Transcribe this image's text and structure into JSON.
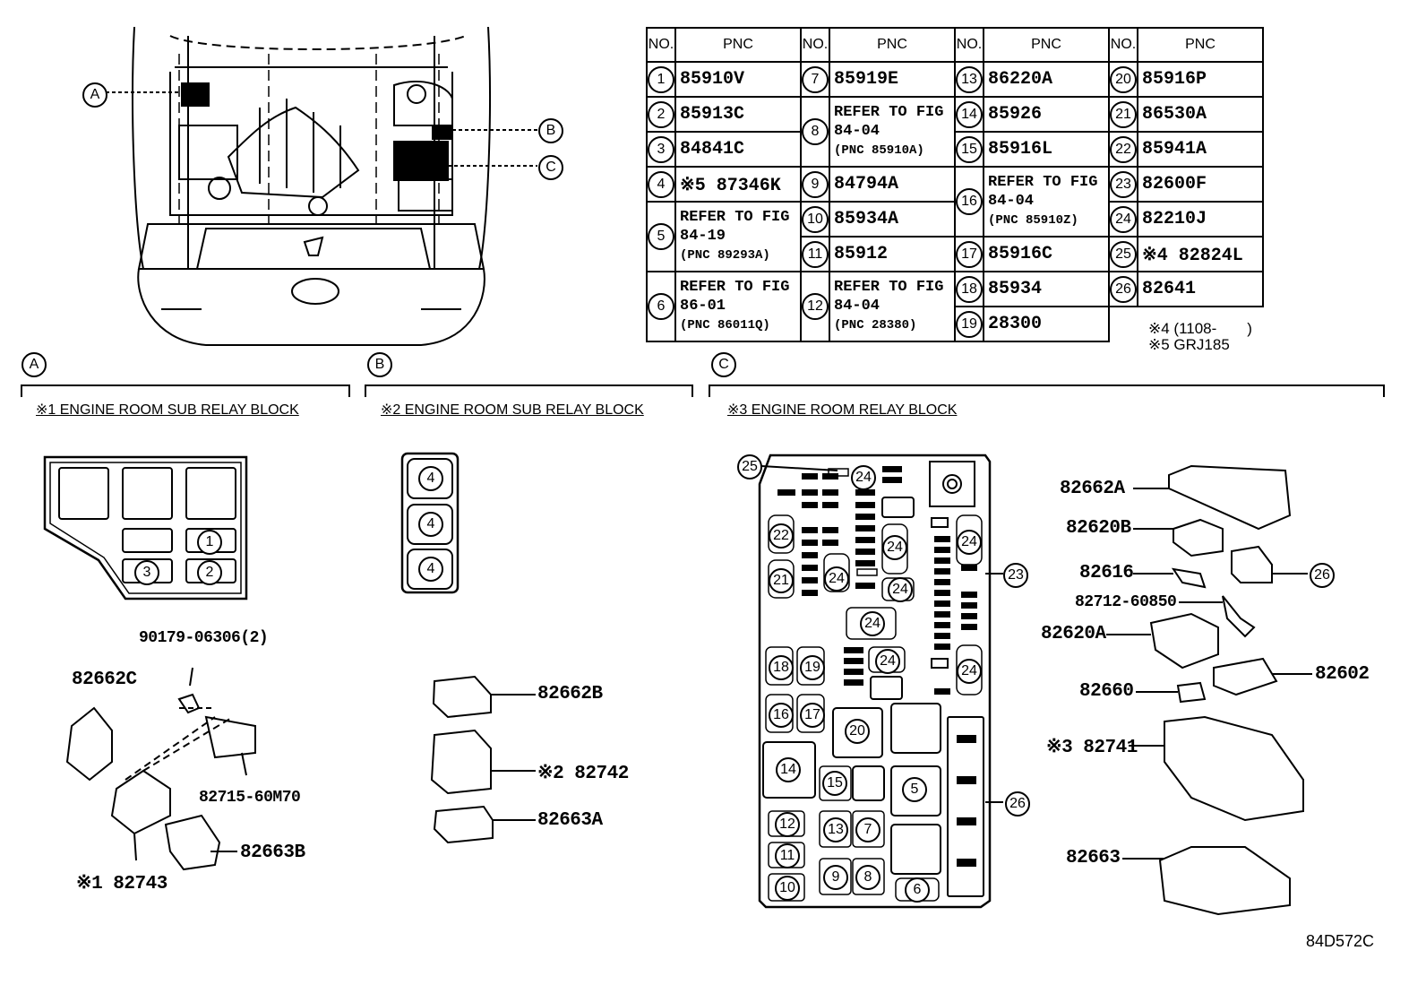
{
  "table": {
    "headers": {
      "no": "NO.",
      "pnc": "PNC"
    },
    "rows": [
      {
        "c1n": "1",
        "c1p": "85910V",
        "c2n": "7",
        "c2p": "85919E",
        "c3n": "13",
        "c3p": "86220A",
        "c4n": "20",
        "c4p": "85916P"
      },
      {
        "c1n": "2",
        "c1p": "85913C",
        "c2n": "8",
        "c2p": "REFER TO FIG 84-04",
        "c2s": "(PNC 85910A)",
        "c3n": "14",
        "c3p": "85926",
        "c4n": "21",
        "c4p": "86530A"
      },
      {
        "c1n": "3",
        "c1p": "84841C",
        "c3n": "15",
        "c3p": "85916L",
        "c4n": "22",
        "c4p": "85941A"
      },
      {
        "c1n": "4",
        "c1p": "※5 87346K",
        "c2n": "9",
        "c2p": "84794A",
        "c3n": "16",
        "c3p": "REFER TO FIG 84-04",
        "c3s": "(PNC 85910Z)",
        "c4n": "23",
        "c4p": "82600F"
      },
      {
        "c1n": "5",
        "c1p": "REFER TO FIG 84-19",
        "c1s": "(PNC 89293A)",
        "c2n": "10",
        "c2p": "85934A",
        "c4n": "24",
        "c4p": "82210J"
      },
      {
        "c2n": "11",
        "c2p": "85912",
        "c3n": "17",
        "c3p": "85916C",
        "c4n": "25",
        "c4p": "※4 82824L"
      },
      {
        "c1n": "6",
        "c1p": "REFER TO FIG 86-01",
        "c1s": "(PNC 86011Q)",
        "c2n": "12",
        "c2p": "REFER TO FIG 84-04",
        "c2s": "(PNC 28380)",
        "c3n": "18",
        "c3p": "85934",
        "c4n": "26",
        "c4p": "82641"
      },
      {
        "c3n": "19",
        "c3p": "28300"
      }
    ],
    "notes": [
      "※4 (1108-　　)",
      "※5 GRJ185"
    ]
  },
  "callouts": {
    "a": "A",
    "b": "B",
    "c": "C"
  },
  "sections": {
    "a": "※1 ENGINE ROOM SUB RELAY BLOCK",
    "b": "※2 ENGINE ROOM SUB RELAY BLOCK",
    "c": "※3 ENGINE ROOM RELAY BLOCK"
  },
  "parts_a": {
    "p1": "90179-06306(2)",
    "p2": "82662C",
    "p3": "82715-60M70",
    "p4": "82663B",
    "p5": "※1 82743",
    "slots": [
      "1",
      "2",
      "3"
    ]
  },
  "parts_b": {
    "p1": "82662B",
    "p2": "※2 82742",
    "p3": "82663A",
    "slots": [
      "4",
      "4",
      "4"
    ]
  },
  "parts_c": {
    "p1": "82662A",
    "p2": "82620B",
    "p3": "82616",
    "p4": "82712-60850",
    "p5": "82620A",
    "p6": "82602",
    "p7": "82660",
    "p8": "※3 82741",
    "p9": "82663"
  },
  "block_c_numbers": [
    "25",
    "24",
    "22",
    "24",
    "24",
    "23",
    "21",
    "24",
    "24",
    "24",
    "18",
    "19",
    "24",
    "24",
    "16",
    "17",
    "20",
    "14",
    "15",
    "5",
    "26",
    "12",
    "13",
    "7",
    "11",
    "9",
    "8",
    "10",
    "6"
  ],
  "figure_id": "84D572C"
}
